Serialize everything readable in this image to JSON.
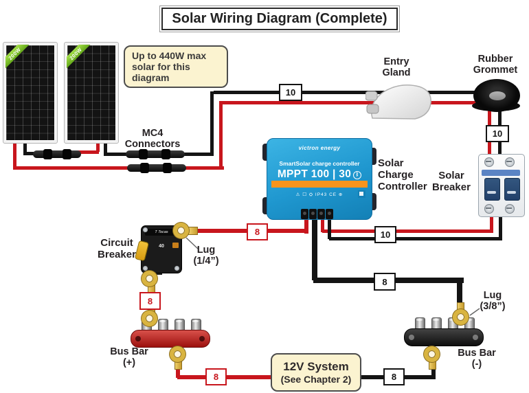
{
  "title": "Solar Wiring Diagram (Complete)",
  "note": "Up to 440W max solar for this diagram",
  "panel": {
    "wattage_badge": "200W"
  },
  "labels": {
    "mc4": "MC4 Connectors",
    "entry_gland": "Entry Gland",
    "rubber_grommet": "Rubber Grommet",
    "solar_charge_controller": "Solar Charge Controller",
    "solar_breaker": "Solar Breaker",
    "circuit_breaker": "Circuit Breaker",
    "lug_small": "Lug (1/4”)",
    "lug_large": "Lug (3/8”)",
    "bus_bar_pos": "Bus Bar (+)",
    "bus_bar_neg": "Bus Bar (-)"
  },
  "controller": {
    "brand": "victron energy",
    "line1": "SmartSolar charge controller",
    "model": "MPPT 100 | 30",
    "approvals": "⚠ ☐ ⛭ IP43 CE ⊕"
  },
  "circuit_breaker_device": {
    "brand": "T Tocas",
    "rating": "40"
  },
  "system_box": {
    "line1": "12V System",
    "line2": "(See Chapter 2)"
  },
  "gauges": {
    "pv_roof": "10",
    "pv_drop": "10",
    "pv_to_controller": "10",
    "batt_pos": "8",
    "breaker_link": "8",
    "bus_pos_feed": "8",
    "batt_neg": "8",
    "bus_neg_feed": "8"
  },
  "colors": {
    "positive_wire": "#c8161d",
    "negative_wire": "#141414",
    "victron_orange": "#f7941d",
    "note_bg": "#fbf3d0"
  }
}
